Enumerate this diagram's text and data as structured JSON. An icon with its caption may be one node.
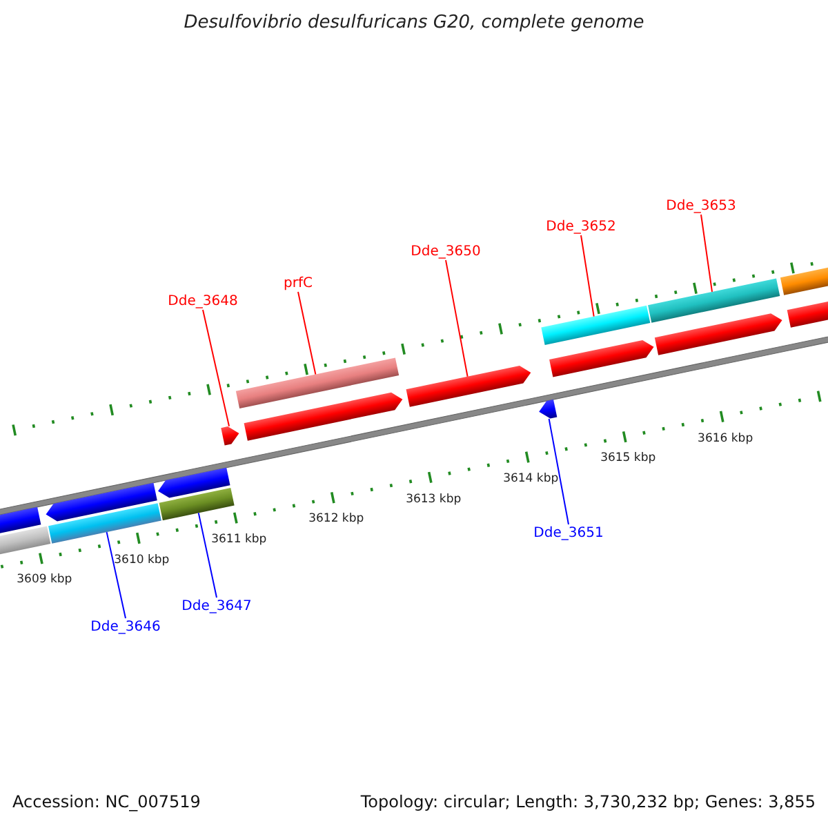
{
  "diagram": {
    "title": "Desulfovibrio desulfuricans G20, complete genome",
    "nodes": [
      {
        "text": [
          "Dde_3653"
        ]
      },
      {
        "text": [],
        "shape": "bar"
      },
      {
        "text": [
          "Dde_3652"
        ]
      },
      {
        "text": [],
        "shape": "bar"
      },
      {
        "text": [
          "Dde_3650"
        ]
      },
      {
        "text": [],
        "shape": "arrow"
      },
      {
        "text": [
          "prfC"
        ]
      },
      {
        "text": [],
        "shape": "bar"
      },
      {
        "text": [
          "Dde_3648"
        ]
      },
      {
        "text": [],
        "shape": "arrow"
      },
      {
        "text": [
          "Dde_3651"
        ]
      },
      {
        "text": [],
        "shape": "arrow"
      },
      {
        "text": [
          "Dde_3647"
        ]
      },
      {
        "text": [],
        "shape": "bar"
      },
      {
        "text": [
          "Dde_3646"
        ]
      },
      {
        "text": [],
        "shape": "bar"
      },
      {
        "text": [],
        "shape": "bar"
      },
      {
        "text": [],
        "shape": "arrow"
      },
      {
        "text": [],
        "shape": "arrow"
      },
      {
        "text": [],
        "shape": "arrow"
      },
      {
        "text": [],
        "shape": "arrow"
      },
      {
        "text": [],
        "shape": "arrow"
      },
      {
        "text": [],
        "shape": "bar"
      },
      {
        "text": [],
        "shape": "arrow"
      },
      {
        "text": [],
        "shape": "arrow"
      }
    ],
    "edges": [
      {
        "from": 0,
        "to": 1,
        "arrow": "none"
      },
      {
        "from": 2,
        "to": 3,
        "arrow": "none"
      },
      {
        "from": 4,
        "to": 5,
        "arrow": "none"
      },
      {
        "from": 6,
        "to": 7,
        "arrow": "none"
      },
      {
        "from": 8,
        "to": 9,
        "arrow": "none"
      },
      {
        "from": 10,
        "to": 11,
        "arrow": "none",
        "color": "#0000ff"
      },
      {
        "from": 12,
        "to": 13,
        "arrow": "none",
        "color": "#0000ff"
      },
      {
        "from": 14,
        "to": 15,
        "arrow": "none",
        "color": "#0000ff"
      }
    ],
    "labels": [
      "3609 kbp",
      "3610 kbp",
      "3611 kbp",
      "3612 kbp",
      "3613 kbp",
      "3614 kbp",
      "3615 kbp",
      "3616 kbp",
      "Accession: NC_007519",
      "Topology: circular; Length: 3,730,232 bp; Genes: 3,855"
    ]
  }
}
